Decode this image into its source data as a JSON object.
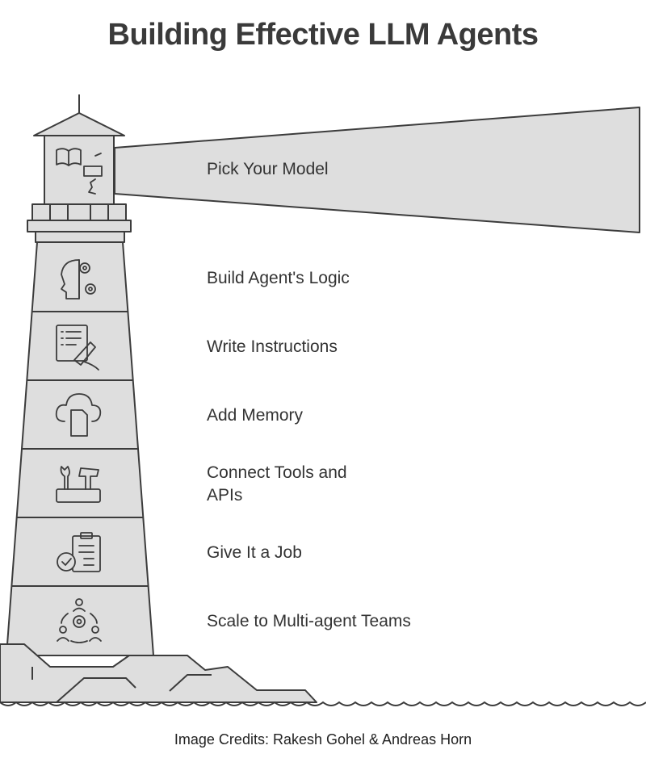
{
  "title": "Building Effective LLM Agents",
  "credits": "Image Credits: Rakesh Gohel & Andreas Horn",
  "colors": {
    "fill": "#dedede",
    "stroke": "#3c3c3c",
    "text": "#333333"
  },
  "steps": [
    {
      "label": "Pick Your Model",
      "icon": "book-brain-icon"
    },
    {
      "label": "Build Agent's Logic",
      "icon": "head-gears-icon"
    },
    {
      "label": "Write Instructions",
      "icon": "document-pen-icon"
    },
    {
      "label": "Add Memory",
      "icon": "cloud-document-icon"
    },
    {
      "label": "Connect Tools and APIs",
      "icon": "toolbox-icon"
    },
    {
      "label": "Give It a Job",
      "icon": "clipboard-check-icon"
    },
    {
      "label": "Scale to Multi-agent Teams",
      "icon": "team-network-icon"
    }
  ]
}
